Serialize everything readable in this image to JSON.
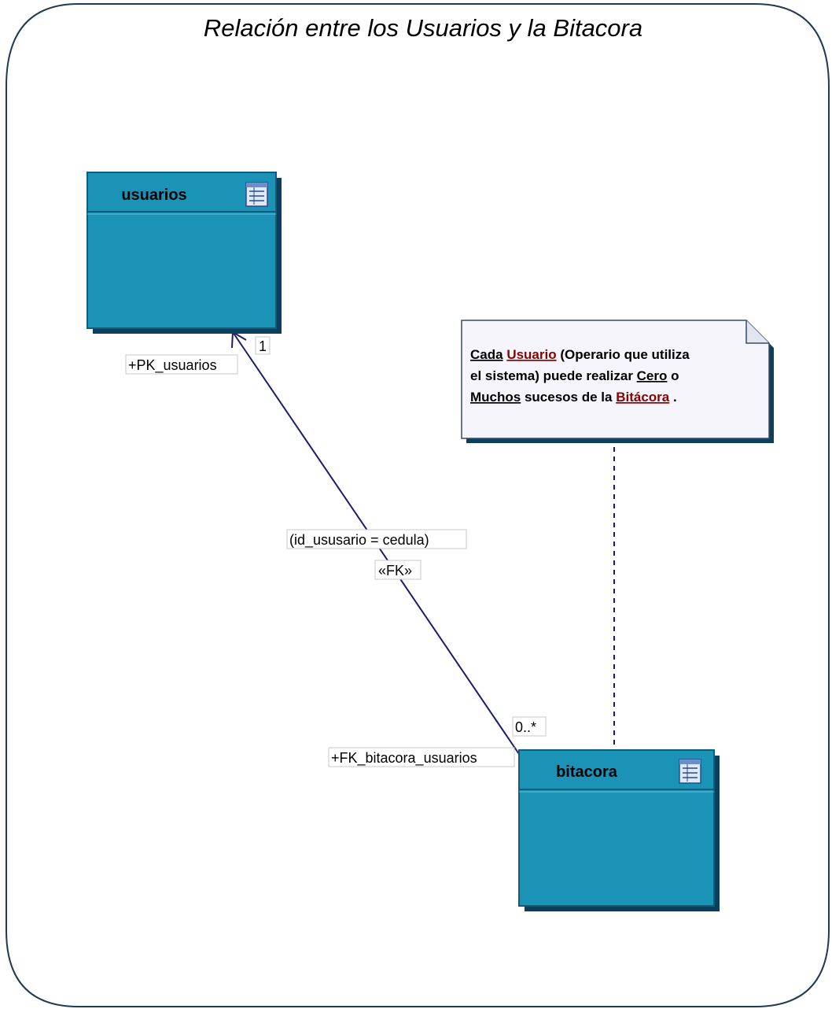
{
  "diagram": {
    "title": "Relación entre los Usuarios y la Bitacora",
    "colors": {
      "table_fill": "#1a93b7",
      "table_border": "#0f5d7a",
      "table_shadow": "#0b3f5c",
      "edge": "#1c1c6e",
      "note_fill": "#f5f5fb",
      "note_keyword": "#8b0000"
    },
    "tables": [
      {
        "id": "usuarios",
        "name": "usuarios",
        "icon": "table-icon"
      },
      {
        "id": "bitacora",
        "name": "bitacora",
        "icon": "table-icon"
      }
    ],
    "relationship": {
      "source": "bitacora",
      "target": "usuarios",
      "source_multiplicity": "0..*",
      "target_multiplicity": "1",
      "source_role": "+FK_bitacora_usuarios",
      "target_role": "+PK_usuarios",
      "condition": "(id_ususario = cedula)",
      "stereotype": "«FK»"
    },
    "note": {
      "attached_to": "bitacora",
      "line1": {
        "w1": "Cada",
        "w2": "Usuario",
        "rest": " (Operario que utiliza"
      },
      "line2": {
        "text": "el sistema) puede realizar ",
        "kw": "Cero",
        "rest": " o"
      },
      "line3": {
        "kw1": "Muchos",
        "mid": " sucesos de la ",
        "kw2": "Bitácora",
        "end": "."
      }
    }
  }
}
